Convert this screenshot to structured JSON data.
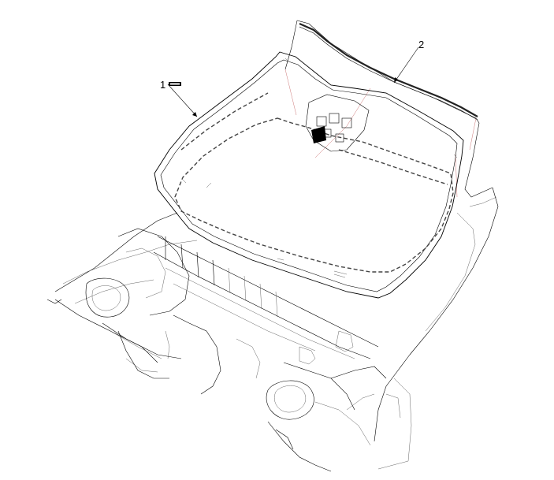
{
  "figure": {
    "callouts": [
      {
        "id": "1",
        "label": "1",
        "part": "windshield-glass"
      },
      {
        "id": "2",
        "label": "2",
        "part": "roof-seal-molding"
      }
    ]
  },
  "colors": {
    "line": "#000000",
    "guide": "#cc7777",
    "background": "#ffffff"
  }
}
